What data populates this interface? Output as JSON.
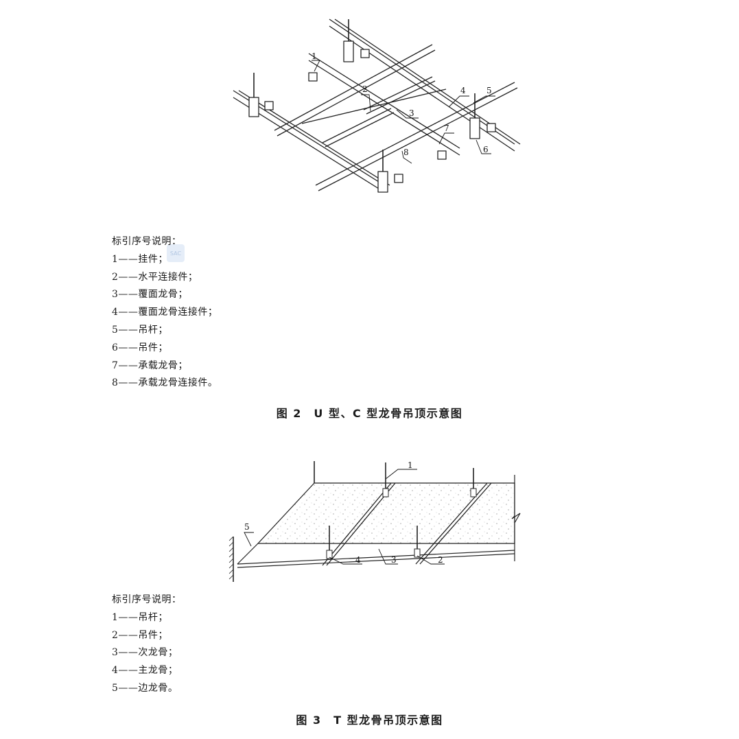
{
  "figure2": {
    "callouts": [
      "1",
      "2",
      "3",
      "4",
      "5",
      "6",
      "7",
      "8"
    ],
    "legend_title": "标引序号说明：",
    "legend_items": [
      "1——挂件；",
      "2——水平连接件；",
      "3——覆面龙骨；",
      "4——覆面龙骨连接件；",
      "5——吊杆；",
      "6——吊件；",
      "7——承载龙骨；",
      "8——承载龙骨连接件。"
    ],
    "caption": "图 2　U 型、C 型龙骨吊顶示意图"
  },
  "figure3": {
    "callouts": [
      "1",
      "2",
      "3",
      "4",
      "5"
    ],
    "legend_title": "标引序号说明：",
    "legend_items": [
      "1——吊杆；",
      "2——吊件；",
      "3——次龙骨；",
      "4——主龙骨；",
      "5——边龙骨。"
    ],
    "caption": "图 3　T 型龙骨吊顶示意图"
  },
  "watermark": {
    "icon": "watermark-logo-icon",
    "color": "#a9c0df"
  }
}
